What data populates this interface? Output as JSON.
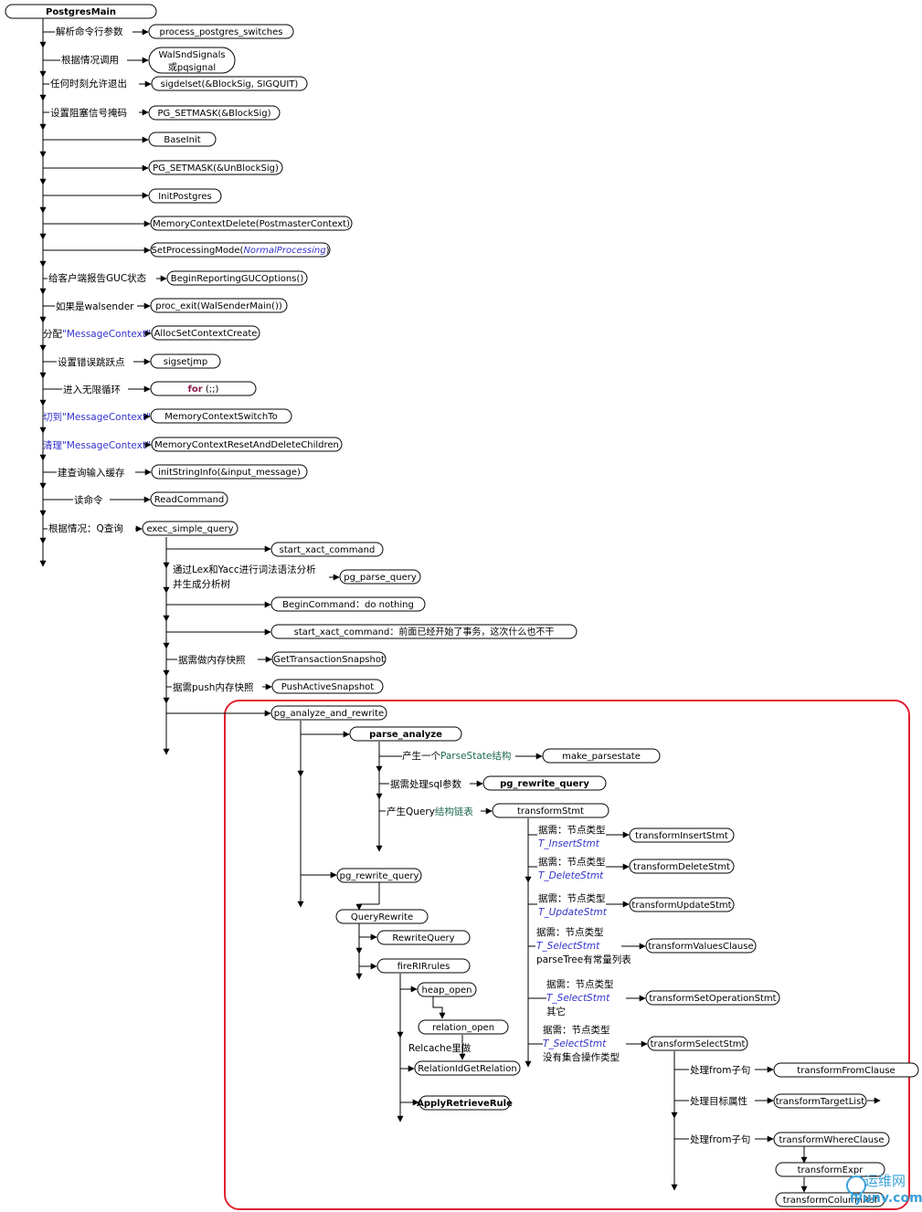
{
  "nodes": {
    "postgres_main": "PostgresMain",
    "process_postgres_switches": "process_postgres_switches",
    "walsnd_signals": [
      "WalSndSignals",
      "或pqsignal"
    ],
    "sigdelset": "sigdelset(&BlockSig, SIGQUIT)",
    "pg_setmask_block": "PG_SETMASK(&BlockSig)",
    "baseinit": "BaseInit",
    "pg_setmask_unblock": "PG_SETMASK(&UnBlockSig)",
    "initpostgres": "InitPostgres",
    "memctx_delete": "MemoryContextDelete(PostmasterContext)",
    "set_processing_mode": {
      "pre": "SetProcessingMode(",
      "arg": "NormalProcessing",
      "post": ")"
    },
    "begin_reporting": "BeginReportingGUCOptions()",
    "proc_exit": "proc_exit(WalSenderMain())",
    "alloc_set": "AllocSetContextCreate",
    "sigsetjmp": "sigsetjmp",
    "for_loop": {
      "kw": "for",
      "rest": " (;;)"
    },
    "memctx_switch": "MemoryContextSwitchTo",
    "memctx_reset": "MemoryContextResetAndDeleteChildren",
    "init_string_info": "initStringInfo(&input_message)",
    "read_command": "ReadCommand",
    "exec_simple_query": "exec_simple_query",
    "start_xact_1": "start_xact_command",
    "pg_parse_query": "pg_parse_query",
    "begin_command": "BeginCommand：do nothing",
    "start_xact_2": "start_xact_command：前面已经开始了事务，这次什么也不干",
    "get_snapshot": "GetTransactionSnapshot",
    "push_snapshot": "PushActiveSnapshot",
    "pg_analyze_rewrite": "pg_analyze_and_rewrite",
    "parse_analyze": "parse_analyze",
    "make_parsestate": "make_parsestate",
    "pg_rewrite_query_bold": "pg_rewrite_query",
    "transform_stmt": "transformStmt",
    "transform_insert": "transformInsertStmt",
    "transform_delete": "transformDeleteStmt",
    "transform_update": "transformUpdateStmt",
    "transform_values": "transformValuesClause",
    "transform_setop": "transformSetOperationStmt",
    "transform_select": "transformSelectStmt",
    "pg_rewrite_query": "pg_rewrite_query",
    "query_rewrite": "QueryRewrite",
    "rewrite_query": "RewriteQuery",
    "fire_rirrules": "fireRIRrules",
    "heap_open": "heap_open",
    "relation_open": "relation_open",
    "relation_id_get": "RelationIdGetRelation",
    "apply_retrieve": "ApplyRetrieveRule",
    "transform_from": "transformFromClause",
    "transform_target": "transformTargetList",
    "transform_where": "transformWhereClause",
    "transform_expr": "transformExpr",
    "transform_columnref": "transformColumnRef"
  },
  "labels": {
    "parse_args": "解析命令行参数",
    "call_by_case": "根据情况调用",
    "allow_exit": "任何时刻允许退出",
    "set_block_mask": "设置阻塞信号掩码",
    "report_guc": "给客户端报告GUC状态",
    "if_walsender": "如果是walsender",
    "alloc_msgctx": {
      "pre": "分配",
      "quoted": "\"MessageContext\""
    },
    "set_jump": "设置错误跳跃点",
    "enter_loop": "进入无限循环",
    "switch_msgctx": {
      "pre": "切到",
      "quoted": "\"MessageContext\""
    },
    "clear_msgctx": {
      "pre": "清理",
      "quoted": "\"MessageContext\""
    },
    "build_buffer": "建查询输入缓存",
    "read_cmd": "读命令",
    "by_case_q": "根据情况：Q查询",
    "lex_yacc": [
      "通过Lex和Yacc进行词法语法分析",
      "并生成分析树"
    ],
    "need_snapshot": "据需做内存快照",
    "need_push": "据需push内存快照",
    "make_parsestate_lbl": {
      "pre": "产生一个",
      "mid": "ParseState",
      "post": "结构"
    },
    "sql_params": "据需处理sql参数",
    "query_chain": {
      "pre": "产生Query",
      "post": "结构链表"
    },
    "node_type_insert": [
      "据需：节点类型",
      "T_InsertStmt"
    ],
    "node_type_delete": [
      "据需：节点类型",
      "T_DeleteStmt"
    ],
    "node_type_update": [
      "据需：节点类型",
      "T_UpdateStmt"
    ],
    "node_type_values": [
      "据需：节点类型",
      "T_SelectStmt",
      "parseTree有常量列表"
    ],
    "node_type_setop": [
      "据需：节点类型",
      "T_SelectStmt",
      "其它"
    ],
    "node_type_select": [
      "据需：节点类型",
      "T_SelectStmt",
      "没有集合操作类型"
    ],
    "relcache": "Relcache里做",
    "from_clause_1": "处理from子句",
    "target_attrs": "处理目标属性",
    "from_clause_2": "处理from子句"
  },
  "watermark": {
    "line1": "运维网",
    "line2": "iyunv.com"
  },
  "colors": {
    "keyword_blue": "#3333cc",
    "keyword_teal": "#1f6b4f",
    "for_keyword": "#8b1a4a",
    "highlight_border": "#e02030",
    "watermark": "#3aa0d8"
  }
}
